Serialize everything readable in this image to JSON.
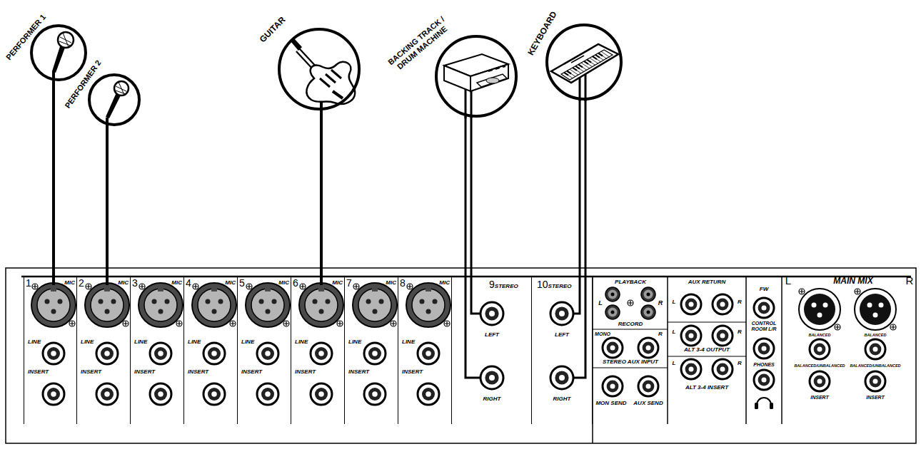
{
  "diagram": {
    "nodes": [
      {
        "text": [
          "PERFORMER 1"
        ]
      },
      {
        "text": [
          "PERFORMER 2"
        ]
      },
      {
        "text": [
          "GUITAR"
        ]
      },
      {
        "text": [
          "BACKING TRACK / DRUM MACHINE"
        ]
      },
      {
        "text": [
          "KEYBOARD"
        ]
      },
      {
        "text": [
          "1",
          "MIC",
          "LINE",
          "INSERT"
        ]
      },
      {
        "text": [
          "2",
          "MIC",
          "LINE",
          "INSERT"
        ]
      },
      {
        "text": [
          "3",
          "MIC",
          "LINE",
          "INSERT"
        ]
      },
      {
        "text": [
          "4",
          "MIC",
          "LINE",
          "INSERT"
        ]
      },
      {
        "text": [
          "5",
          "MIC",
          "LINE",
          "INSERT"
        ]
      },
      {
        "text": [
          "6",
          "MIC",
          "LINE",
          "INSERT"
        ]
      },
      {
        "text": [
          "7",
          "MIC",
          "LINE",
          "INSERT"
        ]
      },
      {
        "text": [
          "8",
          "MIC",
          "LINE",
          "INSERT"
        ]
      },
      {
        "text": [
          "9",
          "STEREO",
          "LEFT",
          "RIGHT"
        ]
      },
      {
        "text": [
          "10",
          "STEREO",
          "LEFT",
          "RIGHT"
        ]
      }
    ],
    "edges": [
      {
        "from": 0,
        "to": 5,
        "arrow": "none"
      },
      {
        "from": 1,
        "to": 6,
        "arrow": "none"
      },
      {
        "from": 2,
        "to": 10,
        "arrow": "none"
      },
      {
        "from": 3,
        "to": 13,
        "arrow": "none"
      },
      {
        "from": 3,
        "to": 13,
        "arrow": "none"
      },
      {
        "from": 4,
        "to": 14,
        "arrow": "none"
      },
      {
        "from": 4,
        "to": 14,
        "arrow": "none"
      }
    ],
    "labels": [
      "PLAYBACK",
      "L",
      "R",
      "RECORD",
      "MONO",
      "R",
      "STEREO AUX INPUT",
      "MON SEND",
      "AUX SEND",
      "AUX RETURN",
      "L",
      "R",
      "L",
      "R",
      "ALT 3-4 OUTPUT",
      "L",
      "R",
      "ALT 3-4 INSERT",
      "FW",
      "CONTROL ROOM L/R",
      "PHONES",
      "L",
      "MAIN MIX",
      "R",
      "BALANCED",
      "BALANCED",
      "BALANCED/UNBALANCED",
      "BALANCED/UNBALANCED",
      "INSERT",
      "INSERT"
    ]
  }
}
